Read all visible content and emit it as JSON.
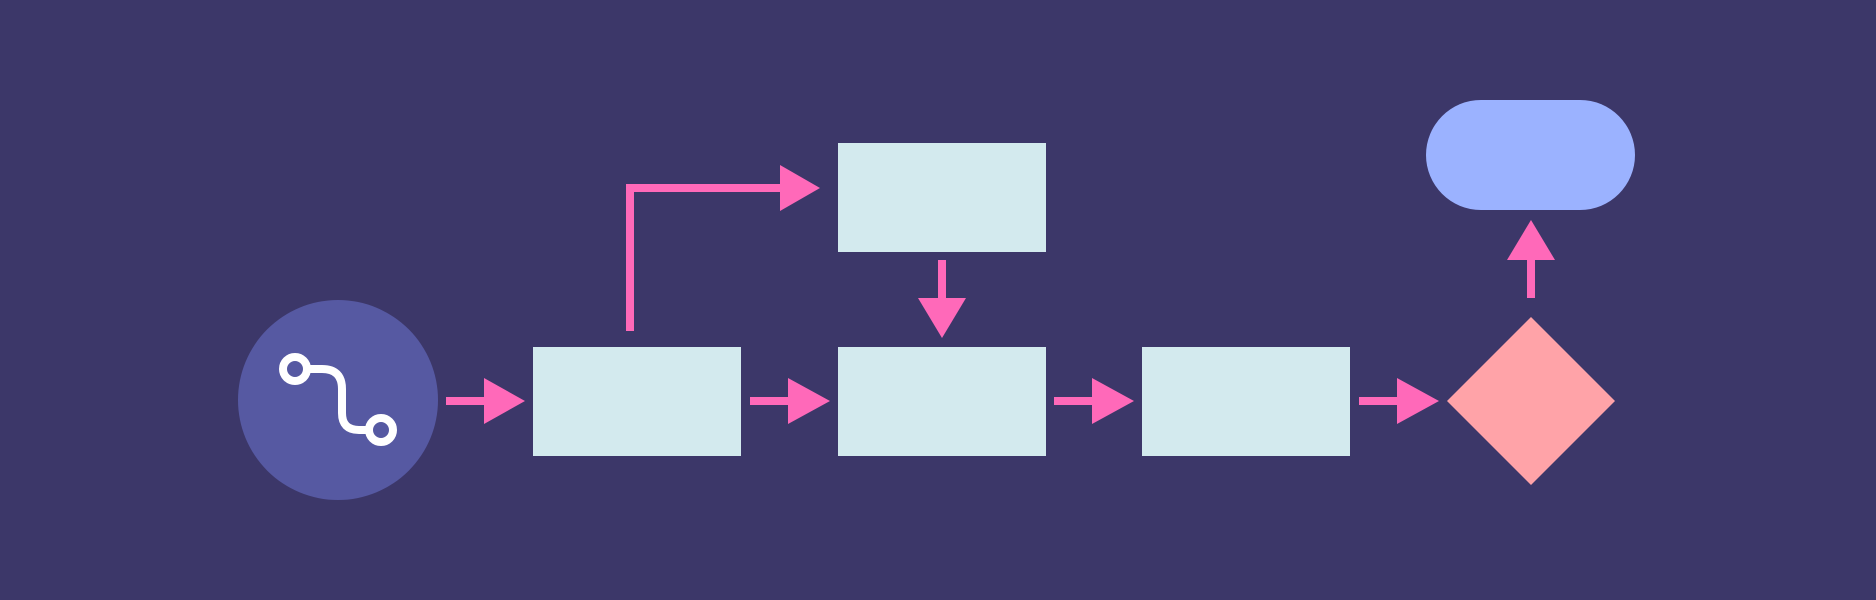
{
  "diagram": {
    "type": "flowchart",
    "colors": {
      "background": "#3C3769",
      "start_circle": "#5659A2",
      "process": "#D3EAEE",
      "decision": "#FFA3A8",
      "terminator": "#9BB2FF",
      "connector": "#FF69B9",
      "icon": "#FFFFFF"
    },
    "start_node": {
      "shape": "circle",
      "icon": "route-icon"
    },
    "nodes": [
      {
        "id": "process-1",
        "shape": "rectangle",
        "label": ""
      },
      {
        "id": "process-2",
        "shape": "rectangle",
        "label": ""
      },
      {
        "id": "process-3",
        "shape": "rectangle",
        "label": ""
      },
      {
        "id": "process-4",
        "shape": "rectangle",
        "label": ""
      },
      {
        "id": "decision-1",
        "shape": "diamond",
        "label": ""
      },
      {
        "id": "terminator-1",
        "shape": "pill",
        "label": ""
      }
    ],
    "edges": [
      {
        "from": "start",
        "to": "process-1"
      },
      {
        "from": "process-1",
        "to": "process-2"
      },
      {
        "from": "process-1",
        "to": "process-4"
      },
      {
        "from": "process-4",
        "to": "process-2"
      },
      {
        "from": "process-2",
        "to": "process-3"
      },
      {
        "from": "process-3",
        "to": "decision-1"
      },
      {
        "from": "decision-1",
        "to": "terminator-1"
      }
    ]
  }
}
